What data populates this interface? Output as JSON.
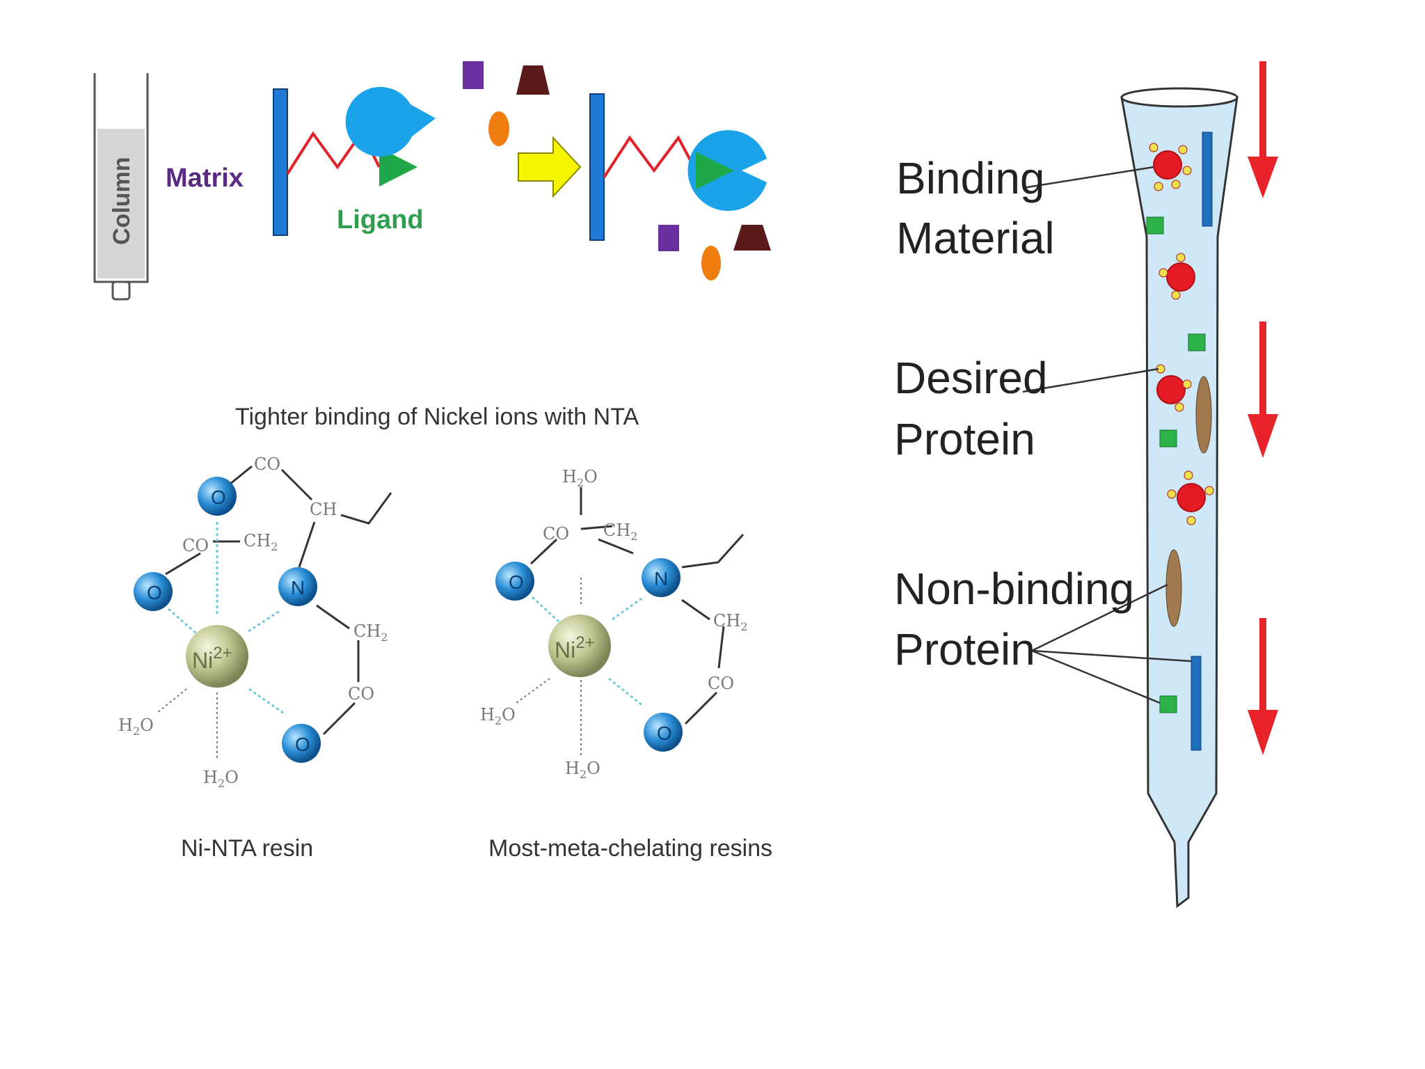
{
  "affinity_scheme": {
    "column_label": "Column",
    "matrix_label": "Matrix",
    "ligand_label": "Ligand",
    "colors": {
      "matrix_text": "#5a2a83",
      "ligand_text": "#2e9e4f",
      "bar": "#1f7ad6",
      "linker": "#e0222a",
      "target": "#1aa3e8",
      "arrow": "#f5f500",
      "purple_square": "#6a2fa0",
      "orange_oval": "#f07d10",
      "dark_trapezoid": "#5a1b1b"
    }
  },
  "ni_nta": {
    "title": "Tighter binding of Nickel ions with NTA",
    "metal_label": "Ni",
    "metal_charge": "2+",
    "atom_o": "O",
    "atom_n": "N",
    "groups": {
      "co": "CO",
      "ch": "CH",
      "ch2": "CH",
      "ch2_sub": "2",
      "h2o_h": "H",
      "h2o_sub": "2",
      "h2o_o": "O"
    },
    "left_caption": "Ni-NTA resin",
    "right_caption": "Most-meta-chelating resins"
  },
  "column_legend": {
    "binding_material": [
      "Binding",
      "Material"
    ],
    "desired_protein": [
      "Desired",
      "Protein"
    ],
    "non_binding_protein": [
      "Non-binding",
      "Protein"
    ],
    "colors": {
      "column_fill": "#cfe8f7",
      "flow_arrow": "#e8232a",
      "red_protein": "#e51b23",
      "green_square": "#2bb34a",
      "brown_oval": "#a07a4e",
      "blue_bar": "#1f6fbf"
    }
  }
}
